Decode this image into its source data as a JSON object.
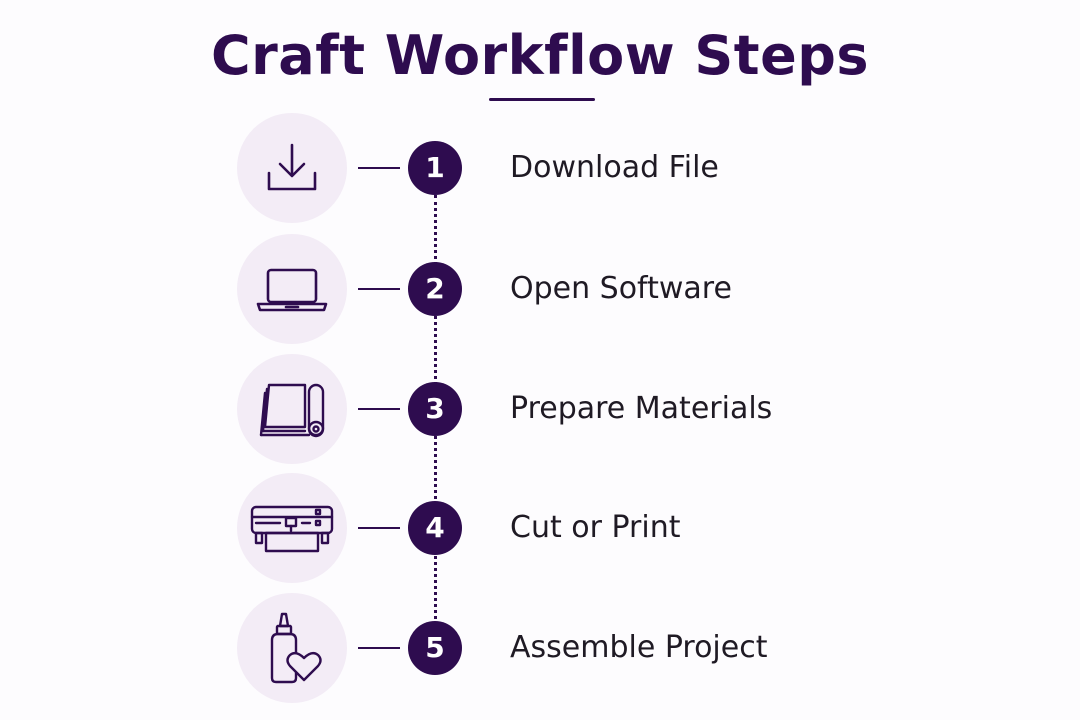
{
  "title": "Craft Workflow Steps",
  "colors": {
    "accent": "#2e0c4f",
    "icon_circle_bg": "#f3ecf6",
    "background": "#fdfcfe",
    "text": "#1f1a24"
  },
  "steps": [
    {
      "number": "1",
      "label": "Download File",
      "icon": "download-icon"
    },
    {
      "number": "2",
      "label": "Open Software",
      "icon": "laptop-icon"
    },
    {
      "number": "3",
      "label": "Prepare Materials",
      "icon": "paper-roll-icon"
    },
    {
      "number": "4",
      "label": "Cut or Print",
      "icon": "cutting-machine-icon"
    },
    {
      "number": "5",
      "label": "Assemble Project",
      "icon": "glue-heart-icon"
    }
  ]
}
